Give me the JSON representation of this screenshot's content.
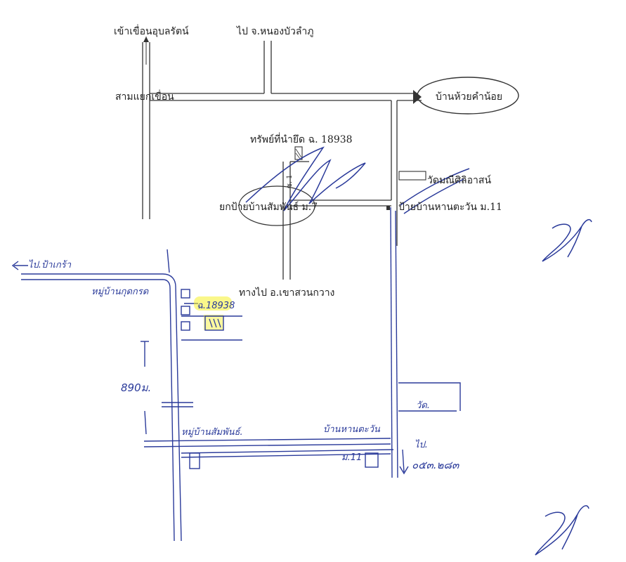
{
  "printed_labels": {
    "to_dam": "เข้าเขื่อนอุบลรัตน์",
    "to_nongbualamphu": "ไป จ.หนองบัวลำภู",
    "dam_junction": "สามแยกเขื่อน",
    "huai_kham_noi": "บ้านห้วยคำน้อย",
    "seized_property": "ทรัพย์ที่นำยึด ฉ. 18938",
    "temple": "วัดมณีศิลิอาสน์",
    "village_sign_m7": "ยกป้ายบ้านสัมพันธ์ ม.7",
    "village_sign_m11": "ป้ายบ้านหานตะวัน ม.11",
    "to_khao_suan_kwang": "ทางไป อ.เขาสวนกวาง"
  },
  "handwritten_labels": {
    "to_ban_ko": "ไป.ป้าเกร้า",
    "village_kukkrot": "หมู่บ้านกุดกรด",
    "deed_number": "ฉ.18938",
    "distance": "890ม.",
    "village_sampan": "หมู่บ้านสัมพันธ์.",
    "wat": "วัด.",
    "ban_hantawan": "บ้านหานตะวัน",
    "moo11": "ม.11",
    "to_route": "ไป.",
    "route_no": "๐๕๓.๒๘๓"
  },
  "colors": {
    "printed_ink": "#333333",
    "pen_ink": "#2a3a9a",
    "highlight": "#f5f02a"
  }
}
